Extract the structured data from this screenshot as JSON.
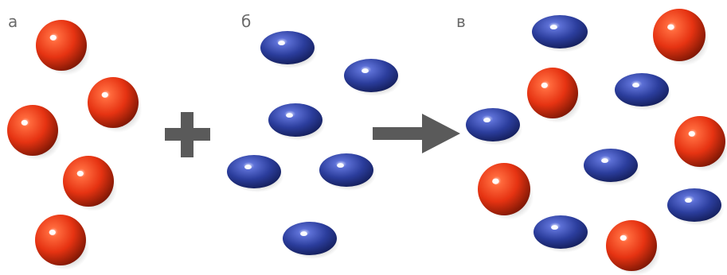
{
  "panels": [
    {
      "label": "а"
    },
    {
      "label": "б"
    },
    {
      "label": "в"
    }
  ],
  "operators": [
    {
      "symbol": "plus-icon"
    },
    {
      "symbol": "arrow-right-icon"
    }
  ],
  "colors": {
    "red_particle": "#e63312",
    "red_particle_dark": "#7a1604",
    "blue_particle": "#2b3d9c",
    "blue_particle_dark": "#111a52",
    "operator": "#5a5a5a",
    "label": "#6a6a6a"
  },
  "particle_counts": {
    "panel_a_red": 5,
    "panel_b_blue": 6,
    "panel_c_red": 5,
    "panel_c_blue": 6
  }
}
